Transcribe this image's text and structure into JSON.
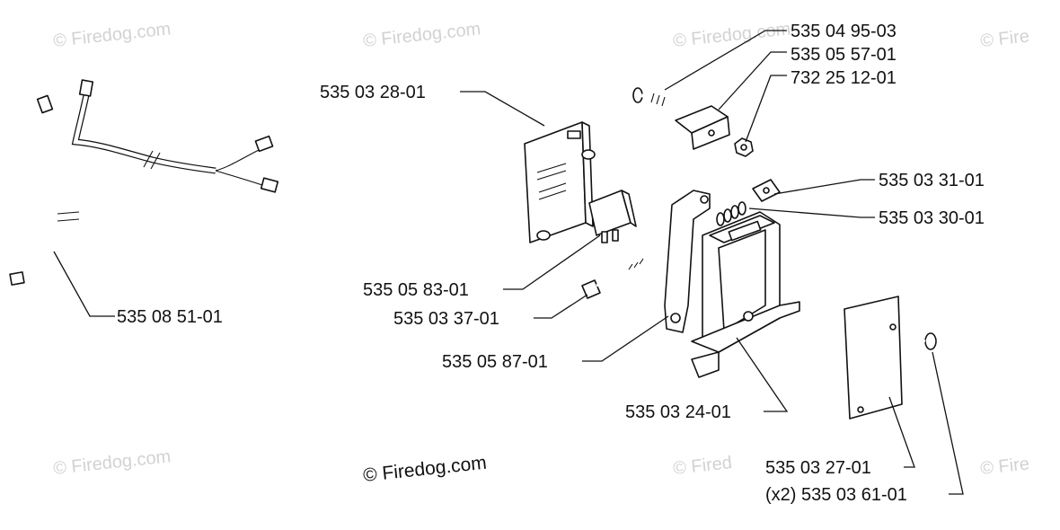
{
  "watermark": "© Firedog.com",
  "watermark_partial": "© Fired",
  "watermark_partial_short": "© Fire",
  "parts": {
    "wire_harness": "535 08 51-01",
    "circuit_board": "535 03 28-01",
    "microswitch": "535 05 83-01",
    "bolt": "535 03 37-01",
    "lever_arm": "535 05 87-01",
    "housing_frame": "535 03 24-01",
    "screw": "535 04 95-03",
    "bracket": "535 05 57-01",
    "nut": "732 25 12-01",
    "pad": "535 03 31-01",
    "spring": "535 03 30-01",
    "cover_plate": "535 03 27-01",
    "cover_screw": "(x2) 535 03 61-01"
  }
}
